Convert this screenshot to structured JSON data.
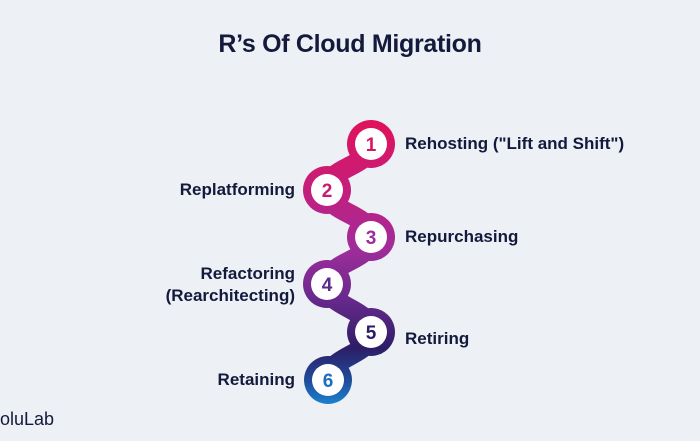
{
  "title": "R’s Of Cloud Migration",
  "colors": {
    "background": "#edf0f5",
    "text": "#141a3c",
    "gradient_top": "#d8155f",
    "gradient_mid": "#9b2e9f",
    "gradient_lower": "#2c1b66",
    "gradient_bottom": "#1c79c8"
  },
  "steps": [
    {
      "number": "1",
      "label": "Rehosting (\"Lift and Shift\")"
    },
    {
      "number": "2",
      "label": "Replatforming"
    },
    {
      "number": "3",
      "label": "Repurchasing"
    },
    {
      "number": "4",
      "label_line1": "Refactoring",
      "label_line2": "(Rearchitecting)"
    },
    {
      "number": "5",
      "label": "Retiring"
    },
    {
      "number": "6",
      "label": "Retaining"
    }
  ],
  "brand": "oluLab"
}
